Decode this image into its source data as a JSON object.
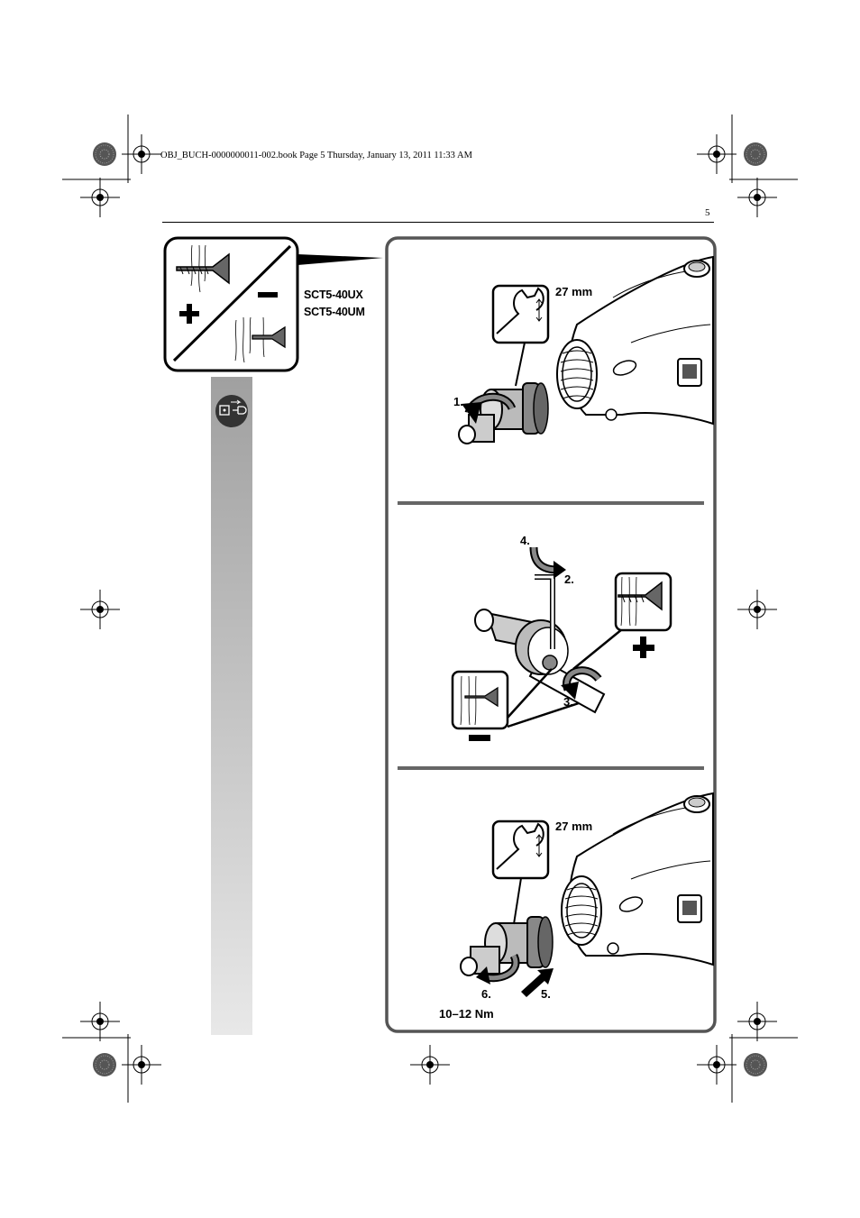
{
  "header": {
    "book_line": "OBJ_BUCH-0000000011-002.book  Page 5  Thursday, January 13, 2011  11:33 AM",
    "page_number": "5"
  },
  "icon_panel": {
    "models": [
      "SCT5-40UX",
      "SCT5-40UM"
    ]
  },
  "step1": {
    "wrench_size": "27 mm",
    "label_1": "1."
  },
  "step2": {
    "label_4": "4.",
    "label_2": "2.",
    "label_3": "3."
  },
  "step3": {
    "wrench_size": "27 mm",
    "label_6": "6.",
    "label_5": "5.",
    "torque": "10–12 Nm"
  }
}
